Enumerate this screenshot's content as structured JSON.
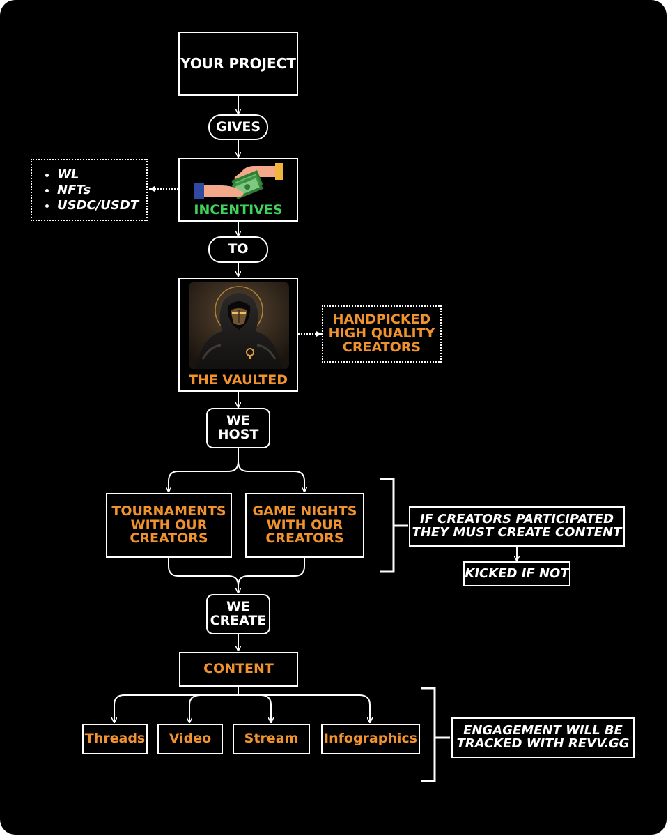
{
  "nodes": {
    "your_project": "YOUR PROJECT",
    "gives": "GIVES",
    "incentives": "INCENTIVES",
    "to": "TO",
    "the_vaulted": "THE VAULTED",
    "we_host_line1": "WE",
    "we_host_line2": "HOST",
    "tournaments_l1": "TOURNAMENTS",
    "tournaments_l2": "WITH OUR",
    "tournaments_l3": "CREATORS",
    "game_nights_l1": "GAME NIGHTS",
    "game_nights_l2": "WITH OUR",
    "game_nights_l3": "CREATORS",
    "we_create_line1": "WE",
    "we_create_line2": "CREATE",
    "content": "CONTENT",
    "threads": "Threads",
    "video": "Video",
    "stream": "Stream",
    "infographics": "Infographics"
  },
  "incentive_items": [
    "WL",
    "NFTs",
    "USDC/USDT"
  ],
  "handpicked": {
    "line1": "HANDPICKED",
    "line2": "HIGH QUALITY",
    "line3": "CREATORS"
  },
  "participation_note": {
    "line1": "IF CREATORS PARTICIPATED",
    "line2": "THEY MUST CREATE CONTENT"
  },
  "kicked": "KICKED IF NOT",
  "engagement_note": {
    "line1": "ENGAGEMENT WILL BE",
    "line2": "TRACKED WITH REVV.GG"
  },
  "colors": {
    "background": "#000000",
    "border": "#ffffff",
    "accent_orange": "#f0922e",
    "accent_green": "#3fd35c"
  },
  "icons": [
    "hands-exchanging-money-icon",
    "hooded-figure-image"
  ]
}
